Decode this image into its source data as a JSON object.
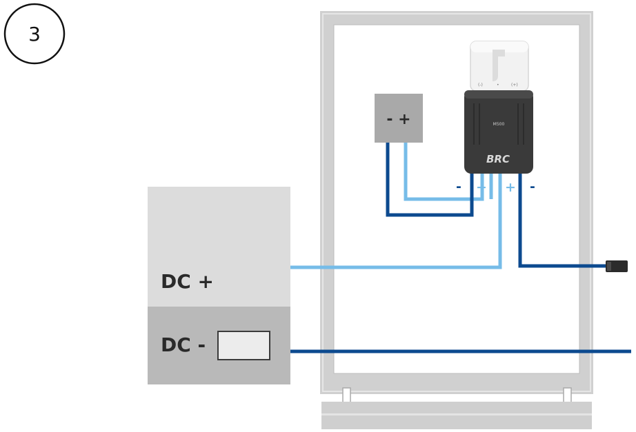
{
  "step": {
    "number": "3"
  },
  "power_box": {
    "positive_label": "DC +",
    "negative_label": "DC -"
  },
  "junction_box": {
    "label": "- +"
  },
  "optimizer": {
    "brand": "BRC",
    "model": "M500",
    "terminal_out_minus": "-",
    "terminal_out_plus": "+",
    "terminal_in_plus": "+",
    "terminal_in_minus": "-",
    "top_marks": [
      "(-)",
      "•",
      "(+)"
    ]
  },
  "colors": {
    "wire_dark": "#0c4a8f",
    "wire_light": "#76bce8",
    "frame": "#cfcfcf",
    "box_light": "#dcdcdc",
    "box_dark": "#b9b9b9",
    "optimizer_body": "#3a3a3a"
  }
}
